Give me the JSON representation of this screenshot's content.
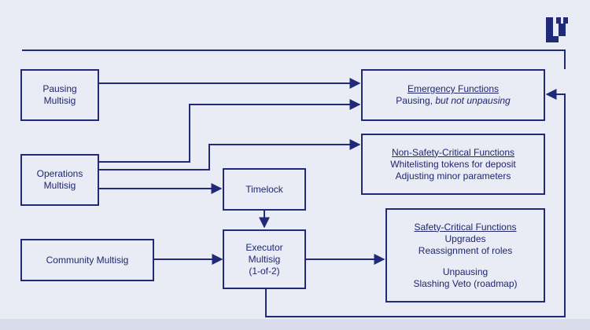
{
  "brand": {
    "logo_icon": "company-logo-icon",
    "color": "#202a78"
  },
  "nodes": {
    "pausing": {
      "lines": [
        "Pausing",
        "Multisig"
      ]
    },
    "operations": {
      "lines": [
        "Operations",
        "Multisig"
      ]
    },
    "community": {
      "lines": [
        "Community Multisig"
      ]
    },
    "timelock": {
      "lines": [
        "Timelock"
      ]
    },
    "executor": {
      "lines": [
        "Executor",
        "Multisig",
        "(1-of-2)"
      ]
    },
    "emergency": {
      "title": "Emergency Functions",
      "line1_a": "Pausing, ",
      "line1_b": "but not unpausing"
    },
    "nonsafety": {
      "title": "Non-Safety-Critical Functions",
      "lines": [
        "Whitelisting tokens for deposit",
        "Adjusting minor parameters"
      ]
    },
    "safety": {
      "title": "Safety-Critical Functions",
      "lines": [
        "Upgrades",
        "Reassignment of roles"
      ],
      "lines2": [
        "Unpausing",
        "Slashing Veto (roadmap)"
      ]
    }
  }
}
